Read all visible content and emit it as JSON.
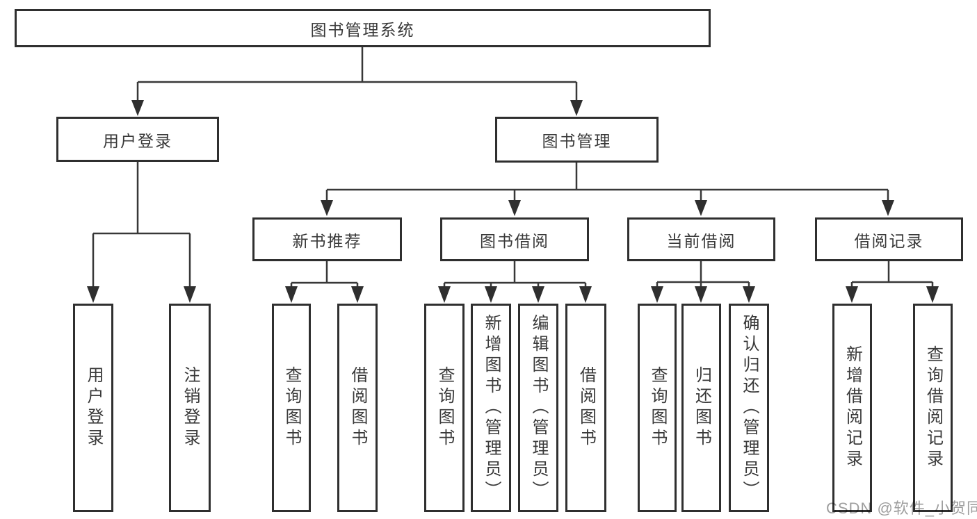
{
  "tree": {
    "label": "图书管理系统",
    "children": [
      {
        "label": "用户登录",
        "children": [
          {
            "label": "用户登录"
          },
          {
            "label": "注销登录"
          }
        ]
      },
      {
        "label": "图书管理",
        "children": [
          {
            "label": "新书推荐",
            "children": [
              {
                "label": "查询图书"
              },
              {
                "label": "借阅图书"
              }
            ]
          },
          {
            "label": "图书借阅",
            "children": [
              {
                "label": "查询图书"
              },
              {
                "label": "新增图书（管理员）"
              },
              {
                "label": "编辑图书（管理员）"
              },
              {
                "label": "借阅图书"
              }
            ]
          },
          {
            "label": "当前借阅",
            "children": [
              {
                "label": "查询图书"
              },
              {
                "label": "归还图书"
              },
              {
                "label": "确认归还（管理员）"
              }
            ]
          },
          {
            "label": "借阅记录",
            "children": [
              {
                "label": "新增借阅记录"
              },
              {
                "label": "查询借阅记录"
              }
            ]
          }
        ]
      }
    ]
  },
  "watermark": {
    "text": "CSDN @软件_小贺同学"
  },
  "colors": {
    "box_border": "#2f2f2f",
    "connector_line": "#383838",
    "text": "#3a3a3a",
    "watermark": "#9e9e9e",
    "background": "#ffffff"
  }
}
